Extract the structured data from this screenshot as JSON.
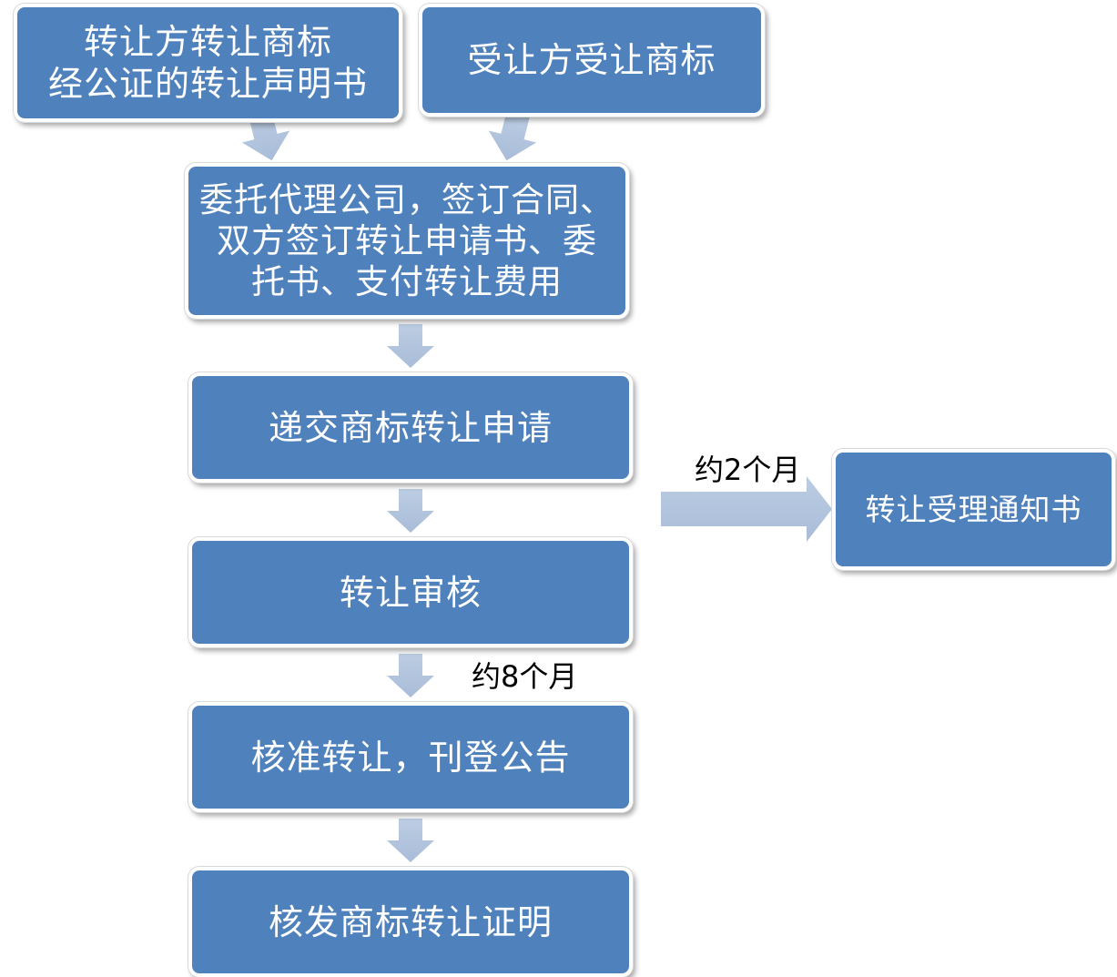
{
  "nodes": {
    "transferor": {
      "lines": [
        "转让方转让商标",
        "经公证的转让声明书"
      ]
    },
    "transferee": {
      "lines": [
        "受让方受让商标"
      ]
    },
    "agency": {
      "lines": [
        "委托代理公司，签订合同、",
        "双方签订转让申请书、委",
        "托书、支付转让费用"
      ]
    },
    "submit": {
      "label": "递交商标转让申请"
    },
    "review": {
      "label": "转让审核"
    },
    "approve": {
      "label": "核准转让，刊登公告"
    },
    "certificate": {
      "label": "核发商标转让证明"
    },
    "notice": {
      "label": "转让受理通知书"
    }
  },
  "edge_labels": {
    "to_notice": "约2个月",
    "after_review": "约8个月"
  },
  "colors": {
    "box_fill": "#4f81bd",
    "box_text": "#ffffff",
    "arrow_fill": "#b3c5de"
  }
}
